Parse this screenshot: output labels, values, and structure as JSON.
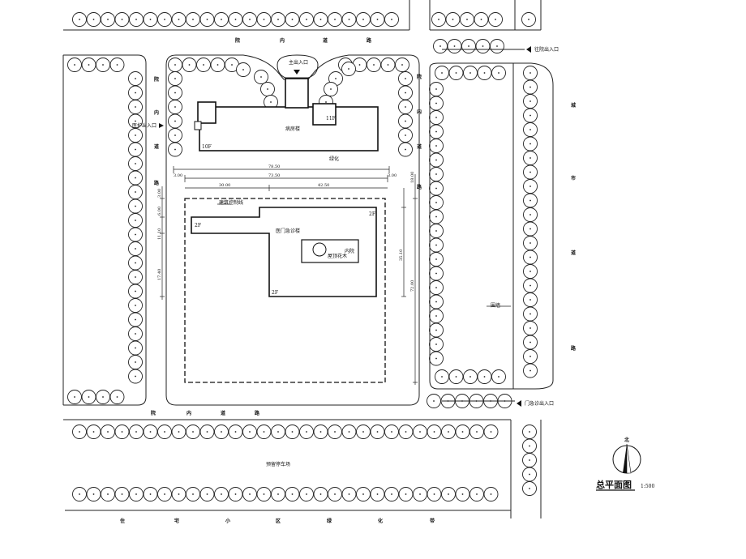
{
  "plan": {
    "roads": {
      "internal_road_left": [
        "院",
        "内",
        "道",
        "路"
      ],
      "internal_road_top": [
        "院",
        "内",
        "道",
        "路"
      ],
      "internal_road_right": [
        "院",
        "内",
        "道",
        "路"
      ],
      "internal_road_bottom": [
        "院",
        "内",
        "道",
        "路"
      ],
      "city_road": [
        "城",
        "市",
        "道",
        "路"
      ],
      "residential_green": [
        "住",
        "宅",
        "小",
        "区",
        "绿",
        "化",
        "带"
      ]
    },
    "entrances": {
      "main": "主出入口",
      "ambulance": "医护出入口",
      "to_hospital": "往院出入口",
      "emergency": "门急诊出入口"
    },
    "buildings": {
      "ward": "病房楼",
      "ward_floors_right": "11F",
      "ward_floors_left": "10F",
      "outpatient": "医门急诊楼",
      "outpatient_floors_a": "2F",
      "outpatient_floors_b": "2F",
      "outpatient_floors_c": "2F",
      "courtyard": "内院",
      "courtyard_sub": "屋顶花木"
    },
    "labels": {
      "greening": "绿化",
      "setback_line": "建筑控制线",
      "enclosure": "围墙",
      "parking": "预留停车场"
    },
    "dimensions": {
      "total_width": "78.50",
      "inner_width": "73.50",
      "left_part": "30.00",
      "right_part": "42.50",
      "left_offset": "3.00",
      "right_offset": "3.00",
      "v_a": "3.00",
      "v_b": "6.00",
      "v_c": "11.10",
      "v_d": "17.40",
      "v_e": "35.10",
      "v_f": "72.00",
      "v_g": "18.00"
    },
    "title": "总平面图",
    "scale": "1:500",
    "north": "北"
  }
}
